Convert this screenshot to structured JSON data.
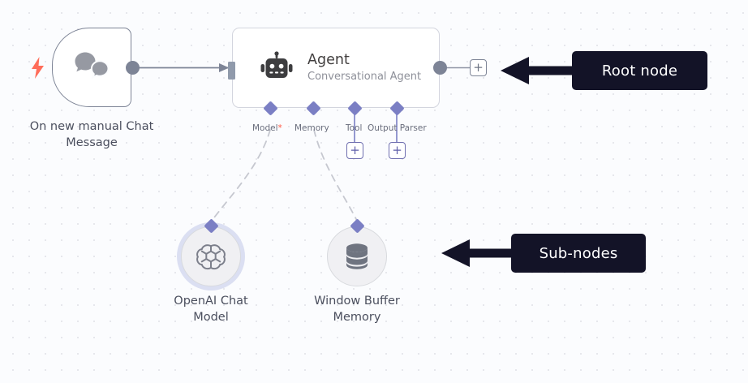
{
  "canvas": {
    "background_color": "#fbfcfe",
    "grid_dot_color": "#e6e7ec"
  },
  "nodes": {
    "trigger": {
      "caption": "On new manual Chat Message",
      "icon": "chat-bubbles-icon",
      "badge_icon": "lightning-bolt-icon",
      "badge_color": "#ff6d5a",
      "border_color": "#7d8496"
    },
    "agent": {
      "title": "Agent",
      "subtitle": "Conversational Agent",
      "icon": "robot-icon",
      "icon_color": "#3d3d3f",
      "border_color": "#d3d5de",
      "ports": [
        {
          "label": "Model",
          "required": true,
          "required_marker": "*",
          "has_plus": false
        },
        {
          "label": "Memory",
          "required": false,
          "required_marker": "",
          "has_plus": false
        },
        {
          "label": "Tool",
          "required": false,
          "required_marker": "",
          "has_plus": true
        },
        {
          "label": "Output Parser",
          "required": false,
          "required_marker": "",
          "has_plus": true
        }
      ],
      "output_plus_label": "+"
    },
    "subnodes": [
      {
        "caption_line1": "OpenAI Chat",
        "caption_line2": "Model",
        "icon": "openai-logo-icon",
        "selected": true
      },
      {
        "caption_line1": "Window Buffer",
        "caption_line2": "Memory",
        "icon": "database-icon",
        "selected": false
      }
    ]
  },
  "annotations": [
    {
      "label": "Root node",
      "background": "#131327",
      "text_color": "#ffffff"
    },
    {
      "label": "Sub-nodes",
      "background": "#131327",
      "text_color": "#ffffff"
    }
  ],
  "glyphs": {
    "plus": "+"
  }
}
